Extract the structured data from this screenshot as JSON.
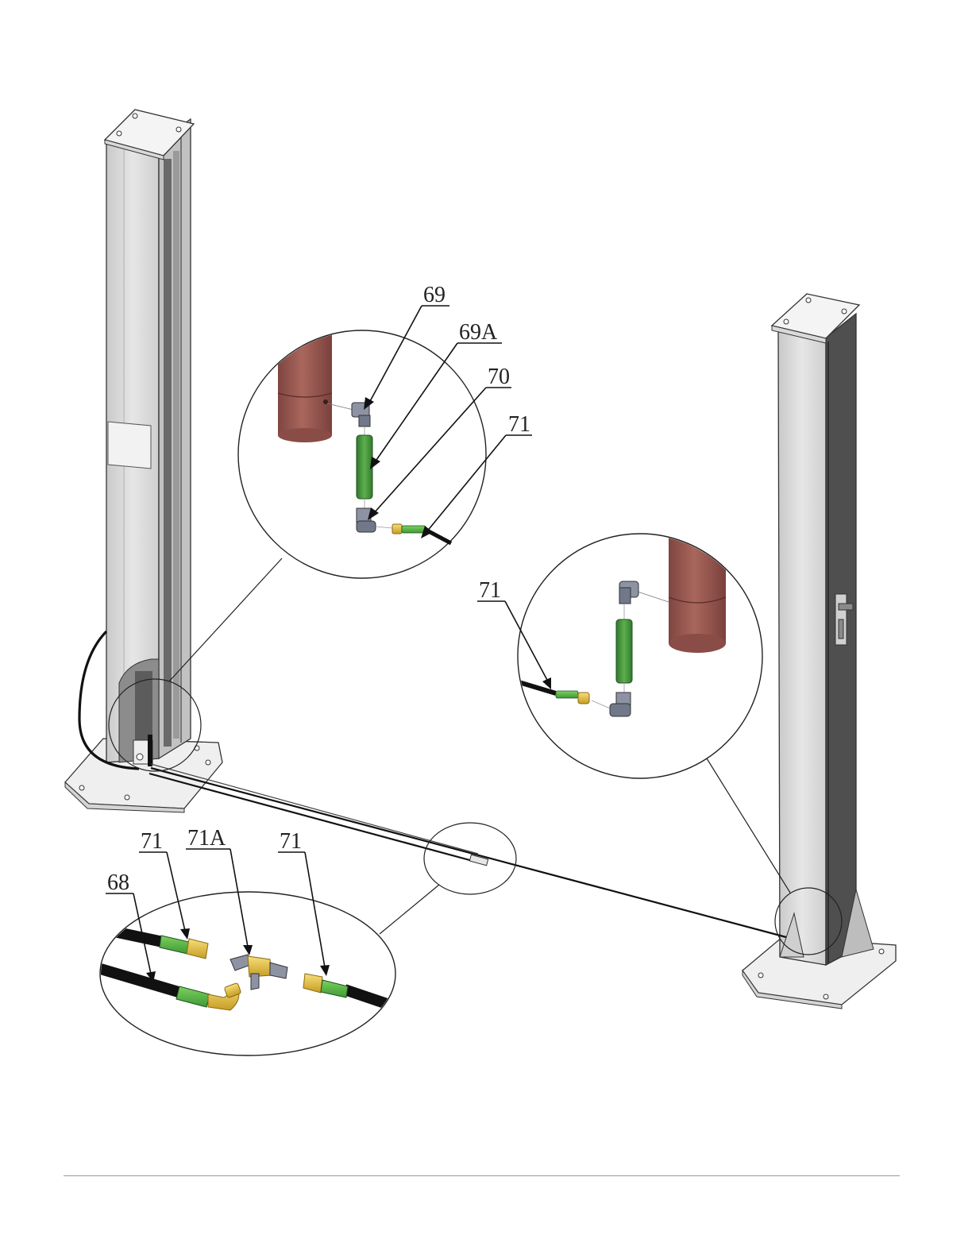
{
  "callouts": {
    "c69": "69",
    "c69a": "69A",
    "c70": "70",
    "c71_top": "71",
    "c71_right": "71",
    "c71_bottom_left": "71",
    "c71a": "71A",
    "c71_bottom_right": "71",
    "c68": "68"
  },
  "colors": {
    "column_face": "#d9d9d9",
    "column_shadow": "#5a5a5a",
    "cylinder": "#9b5a52",
    "hose_sleeve": "#55b04a",
    "fitting_brass": "#e6c14a",
    "fitting_steel": "#8d93a3",
    "hose": "#111111",
    "footer_rule": "#9a9a9a"
  }
}
